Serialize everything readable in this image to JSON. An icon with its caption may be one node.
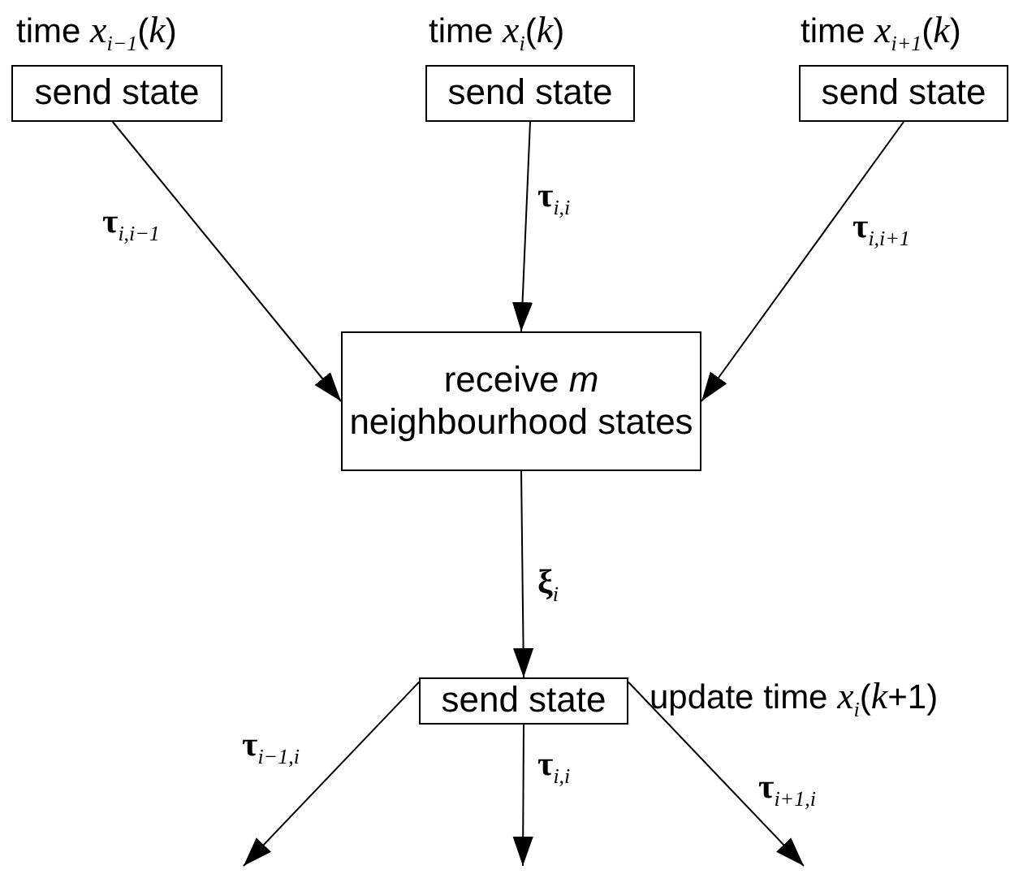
{
  "diagram": {
    "nodes": [
      {
        "text": [
          "send state"
        ],
        "beside": [
          "time *x*$_{i−1}$(*k*)"
        ]
      },
      {
        "text": [
          "send state"
        ],
        "beside": [
          "time *x*$_{i}$(*k*)"
        ]
      },
      {
        "text": [
          "send state"
        ],
        "beside": [
          "time *x*$_{i+1}$(*k*)"
        ]
      },
      {
        "text": [
          "receive *m* neighbourhood states"
        ]
      },
      {
        "text": [
          "send state"
        ],
        "beside": [
          "update time *x*$_{i}$(*k*+1)"
        ]
      }
    ],
    "edges": [
      {
        "from": 0,
        "to": 3,
        "arrow": "to",
        "label": "τ$_{i,i−1}$"
      },
      {
        "from": 1,
        "to": 3,
        "arrow": "to",
        "label": "τ$_{i,i}$"
      },
      {
        "from": 2,
        "to": 3,
        "arrow": "to",
        "label": "τ$_{i,i+1}$"
      },
      {
        "from": 3,
        "to": 4,
        "arrow": "to",
        "label": "ξ$_{i}$"
      },
      {
        "from": 4,
        "to": null,
        "arrow": "to",
        "label": "τ$_{i−1,i}$"
      },
      {
        "from": 4,
        "to": null,
        "arrow": "to",
        "label": "τ$_{i,i}$"
      },
      {
        "from": 4,
        "to": null,
        "arrow": "to",
        "label": "τ$_{i+1,i}$"
      }
    ]
  }
}
